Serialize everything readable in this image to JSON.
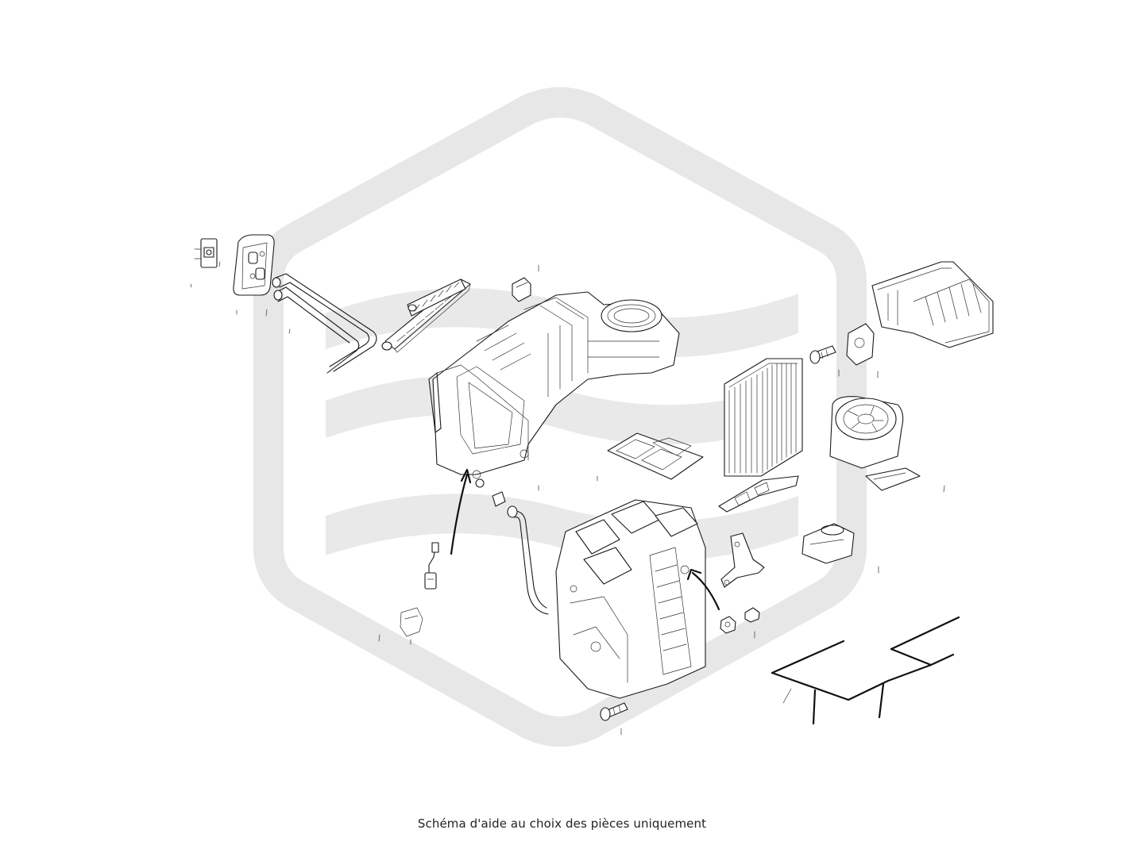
{
  "diagram": {
    "caption": "Schéma d'aide au choix des pièces uniquement",
    "watermark_icon": "hexagon-logo-watermark",
    "parts": [
      {
        "id": "expansion-valve",
        "icon": "expansion-valve-icon"
      },
      {
        "id": "valve-gasket-plate",
        "icon": "gasket-plate-icon"
      },
      {
        "id": "ac-pipes",
        "icon": "pipe-icon"
      },
      {
        "id": "heater-core",
        "icon": "heater-core-icon"
      },
      {
        "id": "grommet",
        "icon": "grommet-icon"
      },
      {
        "id": "evaporator-housing",
        "icon": "housing-icon"
      },
      {
        "id": "seal-frame",
        "icon": "seal-frame-icon"
      },
      {
        "id": "cabin-air-filter",
        "icon": "air-filter-icon"
      },
      {
        "id": "actuator-motor",
        "icon": "actuator-icon"
      },
      {
        "id": "screw",
        "icon": "screw-icon"
      },
      {
        "id": "evaporator-cover",
        "icon": "cover-icon"
      },
      {
        "id": "blower-motor",
        "icon": "blower-fan-icon"
      },
      {
        "id": "blower-resistor",
        "icon": "resistor-icon"
      },
      {
        "id": "bracket-clip",
        "icon": "bracket-icon"
      },
      {
        "id": "mode-actuator",
        "icon": "actuator-icon"
      },
      {
        "id": "temperature-sensor",
        "icon": "sensor-icon"
      },
      {
        "id": "sensor-connector",
        "icon": "connector-icon"
      },
      {
        "id": "drain-hose",
        "icon": "hose-icon"
      },
      {
        "id": "heater-box",
        "icon": "heater-box-icon"
      },
      {
        "id": "mounting-bracket",
        "icon": "bracket-icon"
      },
      {
        "id": "nut",
        "icon": "nut-icon"
      },
      {
        "id": "screw-bottom",
        "icon": "screw-icon"
      },
      {
        "id": "vehicle-location-sketch",
        "icon": "car-outline-icon"
      }
    ]
  }
}
